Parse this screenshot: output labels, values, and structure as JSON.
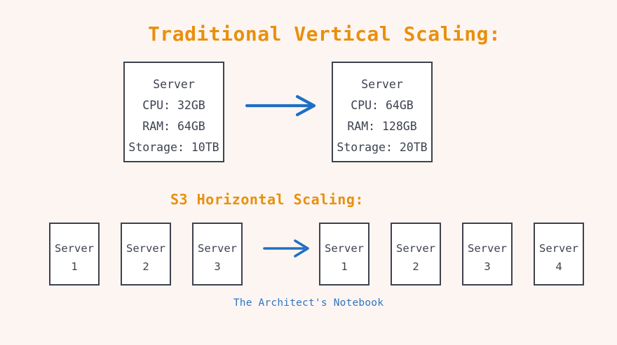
{
  "page": {
    "background_color": "#fdf5f2",
    "heading_color": "#e8900c",
    "box_border_color": "#3d424e",
    "box_fill_color": "#ffffff",
    "box_text_color": "#3d424e",
    "arrow_color": "#1f6fc4",
    "footer_color": "#3075c4"
  },
  "sections": {
    "vertical": {
      "title": "Traditional Vertical Scaling:",
      "before": {
        "lines": [
          "Server",
          "CPU: 32GB",
          "RAM: 64GB",
          "Storage: 10TB"
        ]
      },
      "after": {
        "lines": [
          "Server",
          "CPU: 64GB",
          "RAM: 128GB",
          "Storage: 20TB"
        ]
      },
      "arrow": "arrow-right-icon"
    },
    "horizontal": {
      "title": "S3 Horizontal Scaling:",
      "before": [
        {
          "lines": [
            "Server",
            "1"
          ]
        },
        {
          "lines": [
            "Server",
            "2"
          ]
        },
        {
          "lines": [
            "Server",
            "3"
          ]
        }
      ],
      "after": [
        {
          "lines": [
            "Server",
            "1"
          ]
        },
        {
          "lines": [
            "Server",
            "2"
          ]
        },
        {
          "lines": [
            "Server",
            "3"
          ]
        },
        {
          "lines": [
            "Server",
            "4"
          ]
        }
      ],
      "arrow": "arrow-right-icon"
    }
  },
  "footer": {
    "credit": "The Architect's Notebook"
  }
}
